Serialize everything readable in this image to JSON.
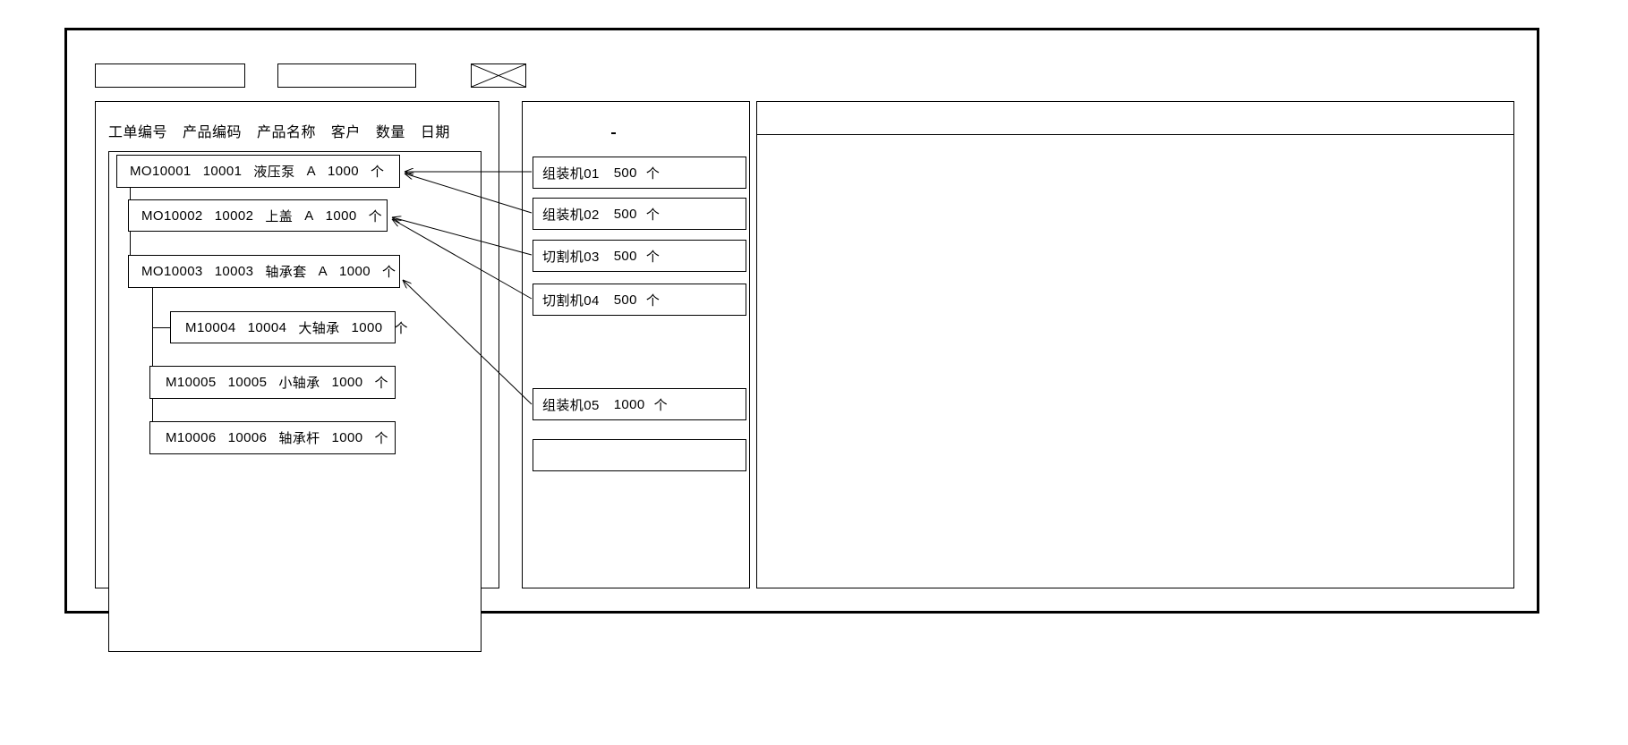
{
  "window": {
    "title": ""
  },
  "toolbar": {
    "field_1_value": "",
    "field_1_placeholder": "",
    "field_2_value": "",
    "field_2_placeholder": "",
    "image_placeholder_label": ""
  },
  "left_panel": {
    "column_headers": [
      "工单编号",
      "产品编码",
      "产品名称",
      "客户",
      "数量",
      "日期"
    ],
    "rows": [
      {
        "level": 0,
        "order_no": "MO10001",
        "product_code": "10001",
        "product_name": "液压泵",
        "customer": "A",
        "quantity": "1000",
        "unit": "个"
      },
      {
        "level": 1,
        "order_no": "MO10002",
        "product_code": "10002",
        "product_name": "上盖",
        "customer": "A",
        "quantity": "1000",
        "unit": "个"
      },
      {
        "level": 1,
        "order_no": "MO10003",
        "product_code": "10003",
        "product_name": "轴承套",
        "customer": "A",
        "quantity": "1000",
        "unit": "个"
      },
      {
        "level": 2,
        "order_no": "M10004",
        "product_code": "10004",
        "product_name": "大轴承",
        "customer": "",
        "quantity": "1000",
        "unit": "个"
      },
      {
        "level": 2,
        "order_no": "M10005",
        "product_code": "10005",
        "product_name": "小轴承",
        "customer": "",
        "quantity": "1000",
        "unit": "个"
      },
      {
        "level": 2,
        "order_no": "M10006",
        "product_code": "10006",
        "product_name": "轴承杆",
        "customer": "",
        "quantity": "1000",
        "unit": "个"
      }
    ]
  },
  "mid_panel": {
    "marker": "-",
    "machines": [
      {
        "name": "组装机01",
        "quantity": "500",
        "unit": "个"
      },
      {
        "name": "组装机02",
        "quantity": "500",
        "unit": "个"
      },
      {
        "name": "切割机03",
        "quantity": "500",
        "unit": "个"
      },
      {
        "name": "切割机04",
        "quantity": "500",
        "unit": "个"
      },
      {
        "name": "组装机05",
        "quantity": "1000",
        "unit": "个"
      },
      {
        "name": "",
        "quantity": "",
        "unit": ""
      }
    ]
  },
  "right_panel": {
    "header_text": "",
    "body_text": ""
  },
  "colors": {
    "stroke": "#000000",
    "background": "#ffffff"
  }
}
